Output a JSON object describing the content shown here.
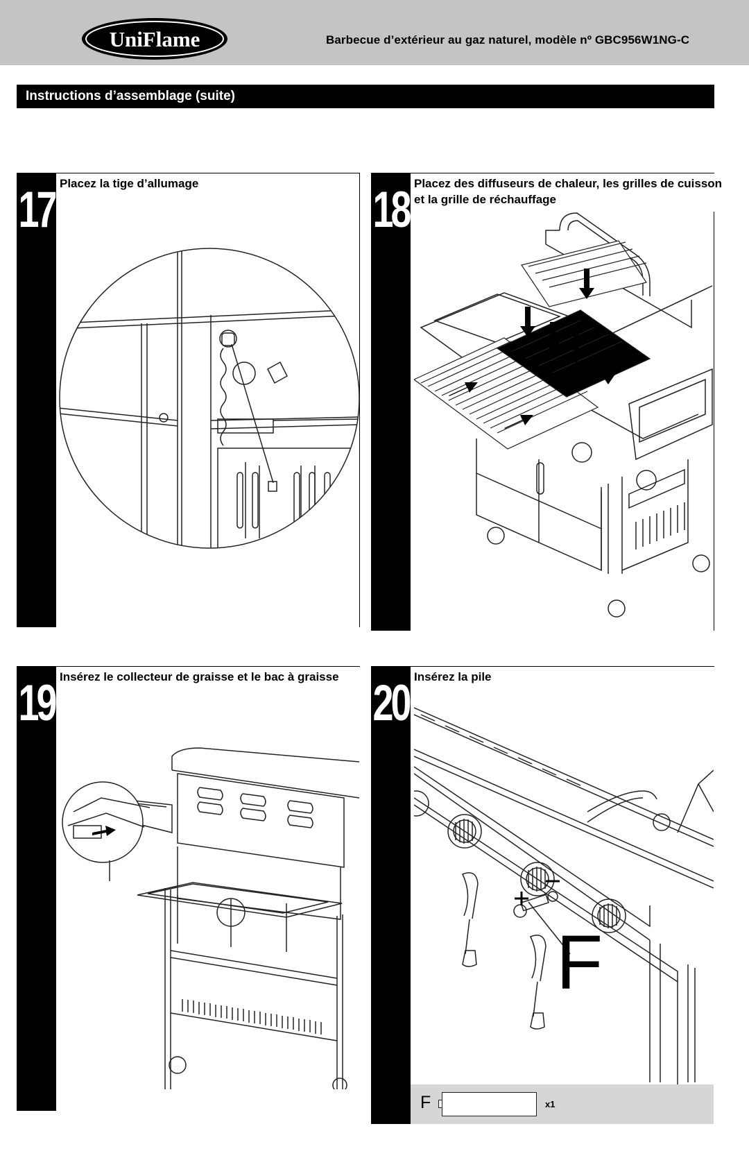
{
  "header": {
    "brand": "UniFlame",
    "title": "Barbecue d’extérieur au gaz naturel, modèle nº GBC956W1NG-C"
  },
  "section": {
    "title": "Instructions d’assemblage (suite)"
  },
  "steps": [
    {
      "number": "17",
      "title": "Placez la tige d’allumage"
    },
    {
      "number": "18",
      "title_line1": "Placez des diffuseurs de chaleur, les grilles de cuisson",
      "title_line2": "et la grille de réchauffage"
    },
    {
      "number": "19",
      "title": "Insérez le collecteur de graisse et le bac à graisse"
    },
    {
      "number": "20",
      "title": "Insérez la pile",
      "callout_letter": "F",
      "plus": "+",
      "minus": "−"
    }
  ],
  "parts": {
    "letter": "F",
    "quantity": "x1"
  },
  "colors": {
    "header_bg": "#c4c4c4",
    "bar_bg": "#000000",
    "parts_bg": "#d6d6d6"
  }
}
